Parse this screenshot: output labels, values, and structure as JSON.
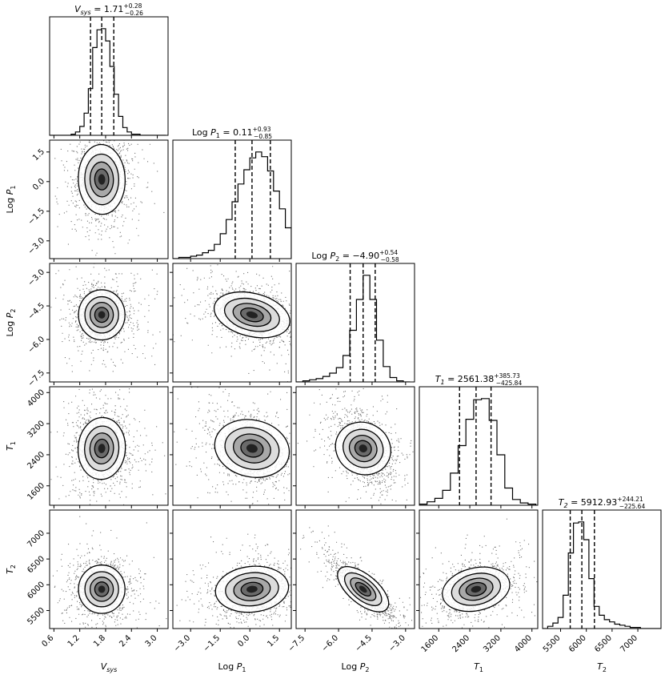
{
  "chart_data": {
    "type": "corner",
    "parameters": [
      {
        "key": "Vsys",
        "axis_label": "V_sys",
        "ticks": [
          0.6,
          1.2,
          1.8,
          2.4,
          3.0
        ],
        "tick_labels": [
          "0.6",
          "1.2",
          "1.8",
          "2.4",
          "3.0"
        ],
        "range": [
          0.5,
          3.25
        ],
        "median": 1.71,
        "err_plus": 0.28,
        "err_minus": 0.26,
        "title": "V_sys = 1.71^{+0.28}_{-0.26}"
      },
      {
        "key": "LogP1",
        "axis_label": "Log P_1",
        "ticks": [
          -3.0,
          -1.5,
          0.0,
          1.5
        ],
        "tick_labels": [
          "−3.0",
          "−1.5",
          "0.0",
          "1.5"
        ],
        "range": [
          -3.9,
          2.1
        ],
        "median": 0.11,
        "err_plus": 0.93,
        "err_minus": 0.85,
        "title": "Log P_1 = 0.11^{+0.93}_{-0.85}"
      },
      {
        "key": "LogP2",
        "axis_label": "Log P_2",
        "ticks": [
          -7.5,
          -6.0,
          -4.5,
          -3.0
        ],
        "tick_labels": [
          "−7.5",
          "−6.0",
          "−4.5",
          "−3.0"
        ],
        "range": [
          -7.9,
          -2.6
        ],
        "median": -4.9,
        "err_plus": 0.54,
        "err_minus": 0.58,
        "title": "Log P_2 = −4.90^{+0.54}_{-0.58}"
      },
      {
        "key": "T1",
        "axis_label": "T_1",
        "ticks": [
          1600,
          2400,
          3200,
          4000
        ],
        "tick_labels": [
          "1600",
          "2400",
          "3200",
          "4000"
        ],
        "range": [
          1100,
          4150
        ],
        "median": 2561.38,
        "err_plus": 385.73,
        "err_minus": 425.84,
        "title": "T_1 = 2561.38^{+385.73}_{-425.84}"
      },
      {
        "key": "T2",
        "axis_label": "T_2",
        "ticks": [
          5500,
          6000,
          6500,
          7000
        ],
        "tick_labels": [
          "5500",
          "6000",
          "6500",
          "7000"
        ],
        "range": [
          5150,
          7450
        ],
        "median": 5912.93,
        "err_plus": 244.21,
        "err_minus": 225.64,
        "title": "T_2 = 5912.93^{+244.21}_{-225.64}"
      }
    ],
    "marginal_histograms": {
      "Vsys": {
        "bins": [
          0.5,
          0.6,
          0.7,
          0.8,
          0.9,
          1.0,
          1.1,
          1.2,
          1.3,
          1.4,
          1.5,
          1.6,
          1.7,
          1.8,
          1.9,
          2.0,
          2.1,
          2.2,
          2.3,
          2.4,
          2.5,
          2.6,
          2.7,
          2.8,
          2.9,
          3.0,
          3.1,
          3.2
        ],
        "counts": [
          0,
          0,
          0,
          0,
          0,
          1,
          3,
          8,
          20,
          42,
          79,
          95,
          96,
          85,
          62,
          37,
          17,
          7,
          3,
          1,
          1,
          0,
          0,
          0,
          0,
          0,
          0
        ]
      },
      "LogP1": {
        "bins": [
          -3.9,
          -3.6,
          -3.3,
          -3.0,
          -2.7,
          -2.4,
          -2.1,
          -1.8,
          -1.5,
          -1.2,
          -0.9,
          -0.6,
          -0.3,
          0.0,
          0.3,
          0.6,
          0.9,
          1.2,
          1.5,
          1.8,
          2.1
        ],
        "counts": [
          0,
          1,
          1,
          2,
          3,
          5,
          7,
          12,
          21,
          33,
          48,
          63,
          75,
          85,
          90,
          86,
          74,
          57,
          42,
          26
        ]
      },
      "LogP2": {
        "bins": [
          -7.9,
          -7.6,
          -7.3,
          -7.0,
          -6.7,
          -6.4,
          -6.1,
          -5.8,
          -5.5,
          -5.2,
          -4.9,
          -4.6,
          -4.3,
          -4.0,
          -3.7,
          -3.4,
          -3.1,
          -2.8
        ],
        "counts": [
          0,
          1,
          2,
          3,
          5,
          8,
          13,
          24,
          47,
          75,
          97,
          75,
          38,
          14,
          4,
          1,
          0
        ]
      },
      "T1": {
        "bins": [
          1100,
          1300,
          1500,
          1700,
          1900,
          2100,
          2300,
          2500,
          2700,
          2900,
          3100,
          3300,
          3500,
          3700,
          3900,
          4100
        ],
        "counts": [
          1,
          3,
          6,
          13,
          28,
          52,
          75,
          92,
          93,
          74,
          44,
          15,
          5,
          2,
          1
        ]
      },
      "T2": {
        "bins": [
          5150,
          5250,
          5350,
          5450,
          5550,
          5650,
          5750,
          5850,
          5950,
          6050,
          6150,
          6250,
          6350,
          6450,
          6550,
          6650,
          6750,
          6850,
          6950,
          7050,
          7150,
          7250,
          7350,
          7450
        ],
        "counts": [
          0,
          2,
          5,
          10,
          30,
          68,
          95,
          96,
          80,
          45,
          20,
          12,
          8,
          6,
          4,
          3,
          2,
          1,
          1,
          0,
          0,
          0,
          0
        ]
      }
    },
    "correlations": {
      "Vsys|LogP1": 0.02,
      "Vsys|LogP2": 0.0,
      "Vsys|T1": -0.05,
      "Vsys|T2": 0.0,
      "LogP1|LogP2": -0.35,
      "LogP1|T1": -0.25,
      "LogP1|T2": 0.15,
      "LogP2|T1": -0.45,
      "LogP2|T2": -0.85,
      "T1|T2": 0.3
    },
    "quantile_lines": "dashed",
    "contours": "black"
  }
}
